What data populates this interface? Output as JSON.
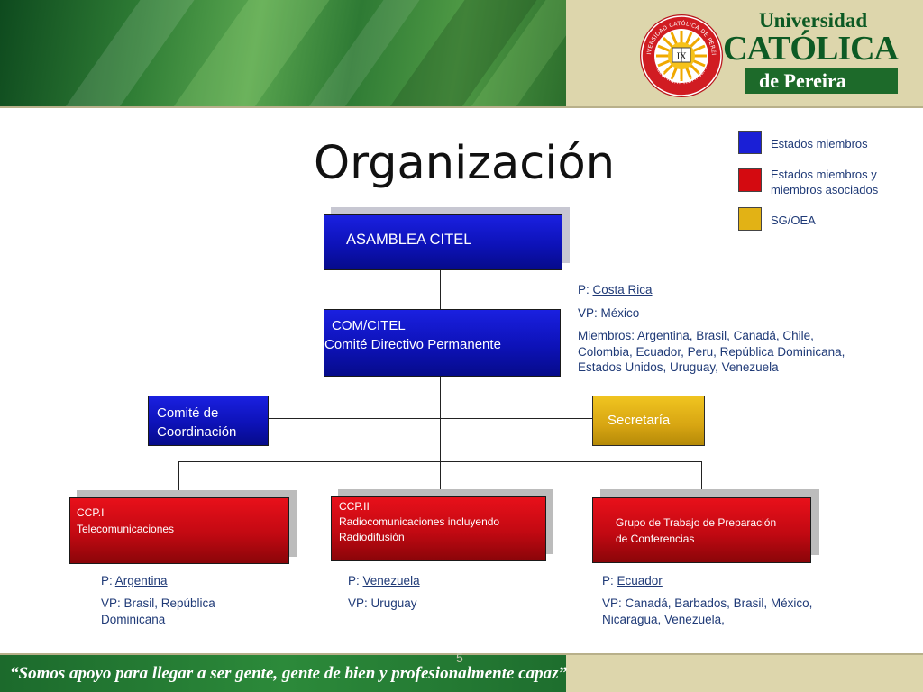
{
  "header": {
    "logo": {
      "line1": "Universidad",
      "line2": "CATÓLICA",
      "line3": "de Pereira",
      "seal_ring_top": "UNIVERSIDAD CATÓLICA DE PEREIRA",
      "seal_ring_bottom": "ILLUMINAT HOMINEM",
      "seal_center": "ΙΧ"
    }
  },
  "title": "Organización",
  "legend": [
    {
      "label": "Estados miembros",
      "color": "#1a1fd6"
    },
    {
      "label": "Estados miembros y miembros asociados",
      "color": "#d40a10"
    },
    {
      "label": "SG/OEA",
      "color": "#e2b215"
    }
  ],
  "nodes": {
    "asamblea": {
      "label": "ASAMBLEA CITEL"
    },
    "com_citel": {
      "line1": "COM/CITEL",
      "line2": "Comité Directivo Permanente"
    },
    "coordinacion": {
      "line1": "Comité de",
      "line2": "Coordinación"
    },
    "secretaria": {
      "label": "Secretaría"
    },
    "ccp1": {
      "line1": "CCP.I",
      "line2": "Telecomunicaciones"
    },
    "ccp2": {
      "line1": "CCP.II",
      "line2": "Radiocomunicaciones incluyendo",
      "line3": "Radiodifusión"
    },
    "gtpc": {
      "line1": "Grupo de Trabajo de Preparación",
      "line2": "de Conferencias"
    }
  },
  "com_info": {
    "p_label": "P: ",
    "p_value": "Costa Rica",
    "vp": "VP: México",
    "members_line1": "Miembros: Argentina, Brasil, Canadá, Chile,",
    "members_line2": "Colombia, Ecuador, Peru, República Dominicana,",
    "members_line3": "Estados Unidos, Uruguay, Venezuela"
  },
  "ccp1_info": {
    "p_label": "P: ",
    "p_value": "Argentina",
    "vp_line1": "VP: Brasil, República",
    "vp_line2": "Dominicana"
  },
  "ccp2_info": {
    "p_label": "P: ",
    "p_value": "Venezuela",
    "vp_line1": "VP: Uruguay"
  },
  "gtpc_info": {
    "p_label": "P: ",
    "p_value": "Ecuador",
    "vp_line1": "VP: Canadá, Barbados, Brasil, México,",
    "vp_line2": "Nicaragua, Venezuela,"
  },
  "footer": {
    "motto": "“Somos apoyo para llegar a ser gente, gente de bien y profesionalmente capaz”",
    "page_number": "5"
  }
}
